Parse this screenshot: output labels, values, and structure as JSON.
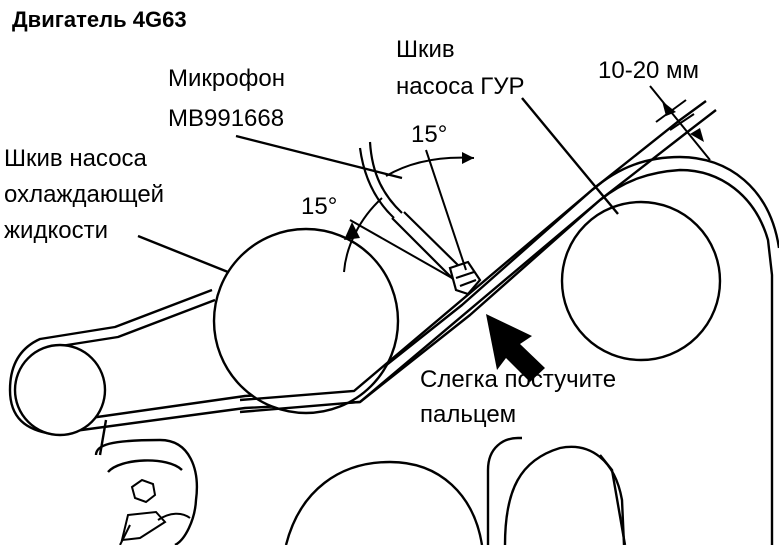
{
  "title": "Двигатель 4G63",
  "labels": {
    "microphone_line1": "Микрофон",
    "microphone_line2": "MB991668",
    "ps_pulley_line1": "Шкив",
    "ps_pulley_line2": "насоса ГУР",
    "gap": "10-20 мм",
    "angle_top": "15°",
    "angle_left": "15°",
    "water_pulley_line1": "Шкив насоса",
    "water_pulley_line2": "охлаждающей",
    "water_pulley_line3": "жидкости",
    "tap_line1": "Слегка постучите",
    "tap_line2": "пальцем"
  },
  "colors": {
    "ink": "#000000",
    "paper": "#ffffff"
  }
}
